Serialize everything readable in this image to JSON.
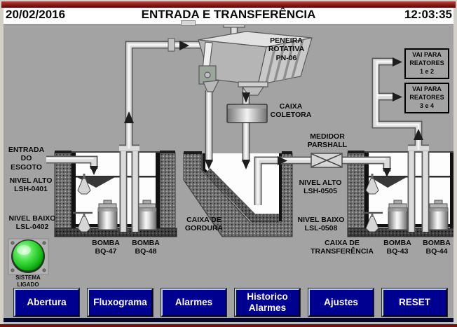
{
  "header": {
    "date": "20/02/2016",
    "title": "ENTRADA E TRANSFERÊNCIA",
    "time": "12:03:35"
  },
  "diagram": {
    "labels": {
      "peneira": "PENEIRA\nROTATIVA\nPN-06",
      "caixa_coletora": "CAIXA\nCOLETORA",
      "vai_reatores_12": "VAI PARA\nREATORES\n1 e 2",
      "vai_reatores_34": "VAI PARA\nREATORES\n3 e 4",
      "entrada_esgoto": "ENTRADA\nDO\nESGOTO",
      "nivel_alto_entrada": "NIVEL ALTO\nLSH-0401",
      "nivel_baixo_entrada": "NIVEL BAIXO\nLSL-0402",
      "medidor_parshall": "MEDIDOR\nPARSHALL",
      "nivel_alto_transferencia": "NIVEL ALTO\nLSH-0505",
      "nivel_baixo_transferencia": "NIVEL BAIXO\nLSL-0508",
      "caixa_gordura": "CAIXA DE\nGORDURA",
      "bomba_47": "BOMBA\nBQ-47",
      "bomba_48": "BOMBA\nBQ-48",
      "caixa_transferencia": "CAIXA DE\nTRANSFERÊNCIA",
      "bomba_43": "BOMBA\nBQ-43",
      "bomba_44": "BOMBA\nBQ-44"
    },
    "indicator": {
      "label": "SISTEMA\nLIGADO",
      "state": "on",
      "color": "#2fd32f"
    }
  },
  "buttons": [
    {
      "label": "Abertura"
    },
    {
      "label": "Fluxograma"
    },
    {
      "label": "Alarmes"
    },
    {
      "label": "Historico\nAlarmes"
    },
    {
      "label": "Ajustes"
    },
    {
      "label": "RESET"
    }
  ],
  "colors": {
    "frame_red": "#7c0d0d",
    "panel_gray": "#a3a3a3",
    "button_blue": "#000090",
    "header_bg": "#ffffff"
  }
}
